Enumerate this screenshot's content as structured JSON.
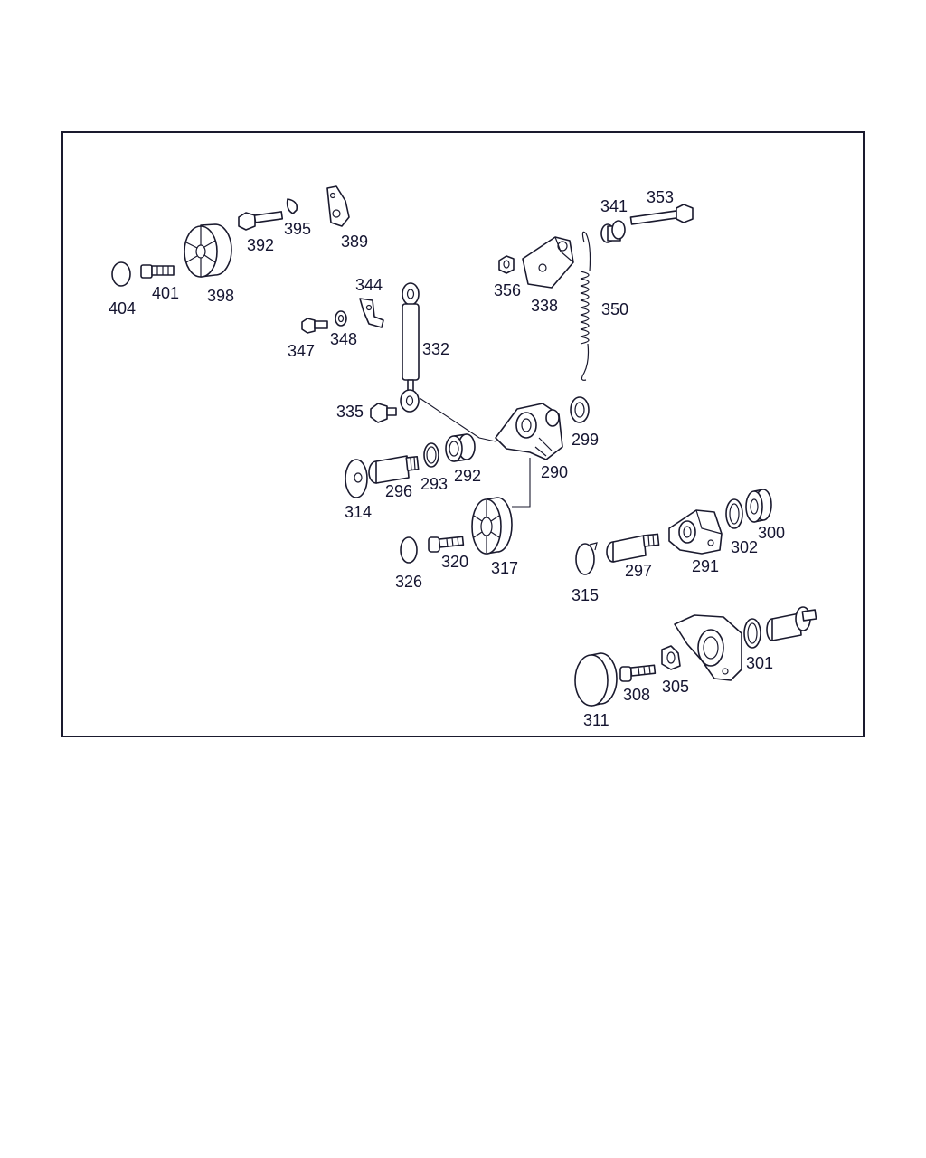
{
  "colors": {
    "line": "#1a1a2e",
    "text": "#141430",
    "background": "#ffffff"
  },
  "labels": {
    "p404": "404",
    "p401": "401",
    "p398": "398",
    "p392": "392",
    "p395": "395",
    "p389": "389",
    "p344": "344",
    "p347": "347",
    "p348": "348",
    "p332": "332",
    "p335": "335",
    "p341": "341",
    "p353": "353",
    "p356": "356",
    "p338": "338",
    "p350": "350",
    "p299": "299",
    "p290": "290",
    "p314": "314",
    "p296": "296",
    "p293": "293",
    "p292": "292",
    "p326": "326",
    "p320": "320",
    "p317": "317",
    "p315": "315",
    "p297": "297",
    "p291": "291",
    "p302": "302",
    "p300": "300",
    "p311": "311",
    "p308": "308",
    "p305": "305",
    "p301": "301"
  }
}
